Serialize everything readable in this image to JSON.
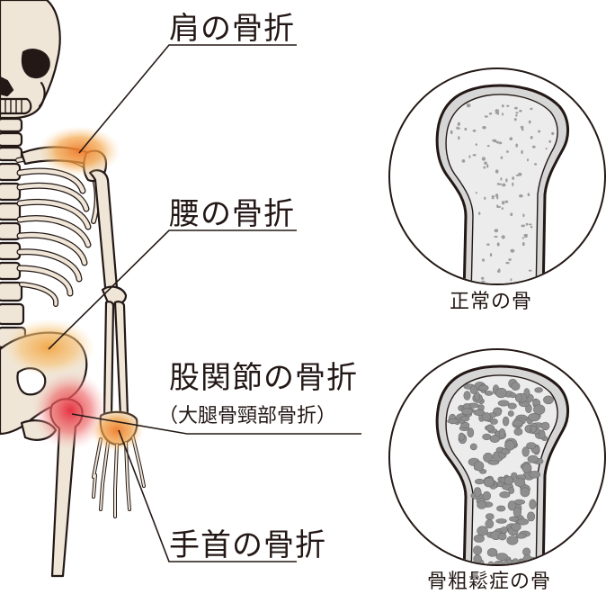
{
  "labels": {
    "shoulder": "肩の骨折",
    "spine": "腰の骨折",
    "hip": "股関節の骨折",
    "hip_sub": "（大腿骨頸部骨折）",
    "wrist": "手首の骨折"
  },
  "captions": {
    "normal": "正常の骨",
    "osteo": "骨粗鬆症の骨"
  },
  "colors": {
    "bone_fill": "#efe6d8",
    "outline": "#231815",
    "glow_orange": "#f29a3a",
    "glow_red": "#e8453c",
    "circle_bone": "#ececec",
    "pore_normal": "#b8b8b8",
    "pore_osteo": "#9a9a9a"
  }
}
